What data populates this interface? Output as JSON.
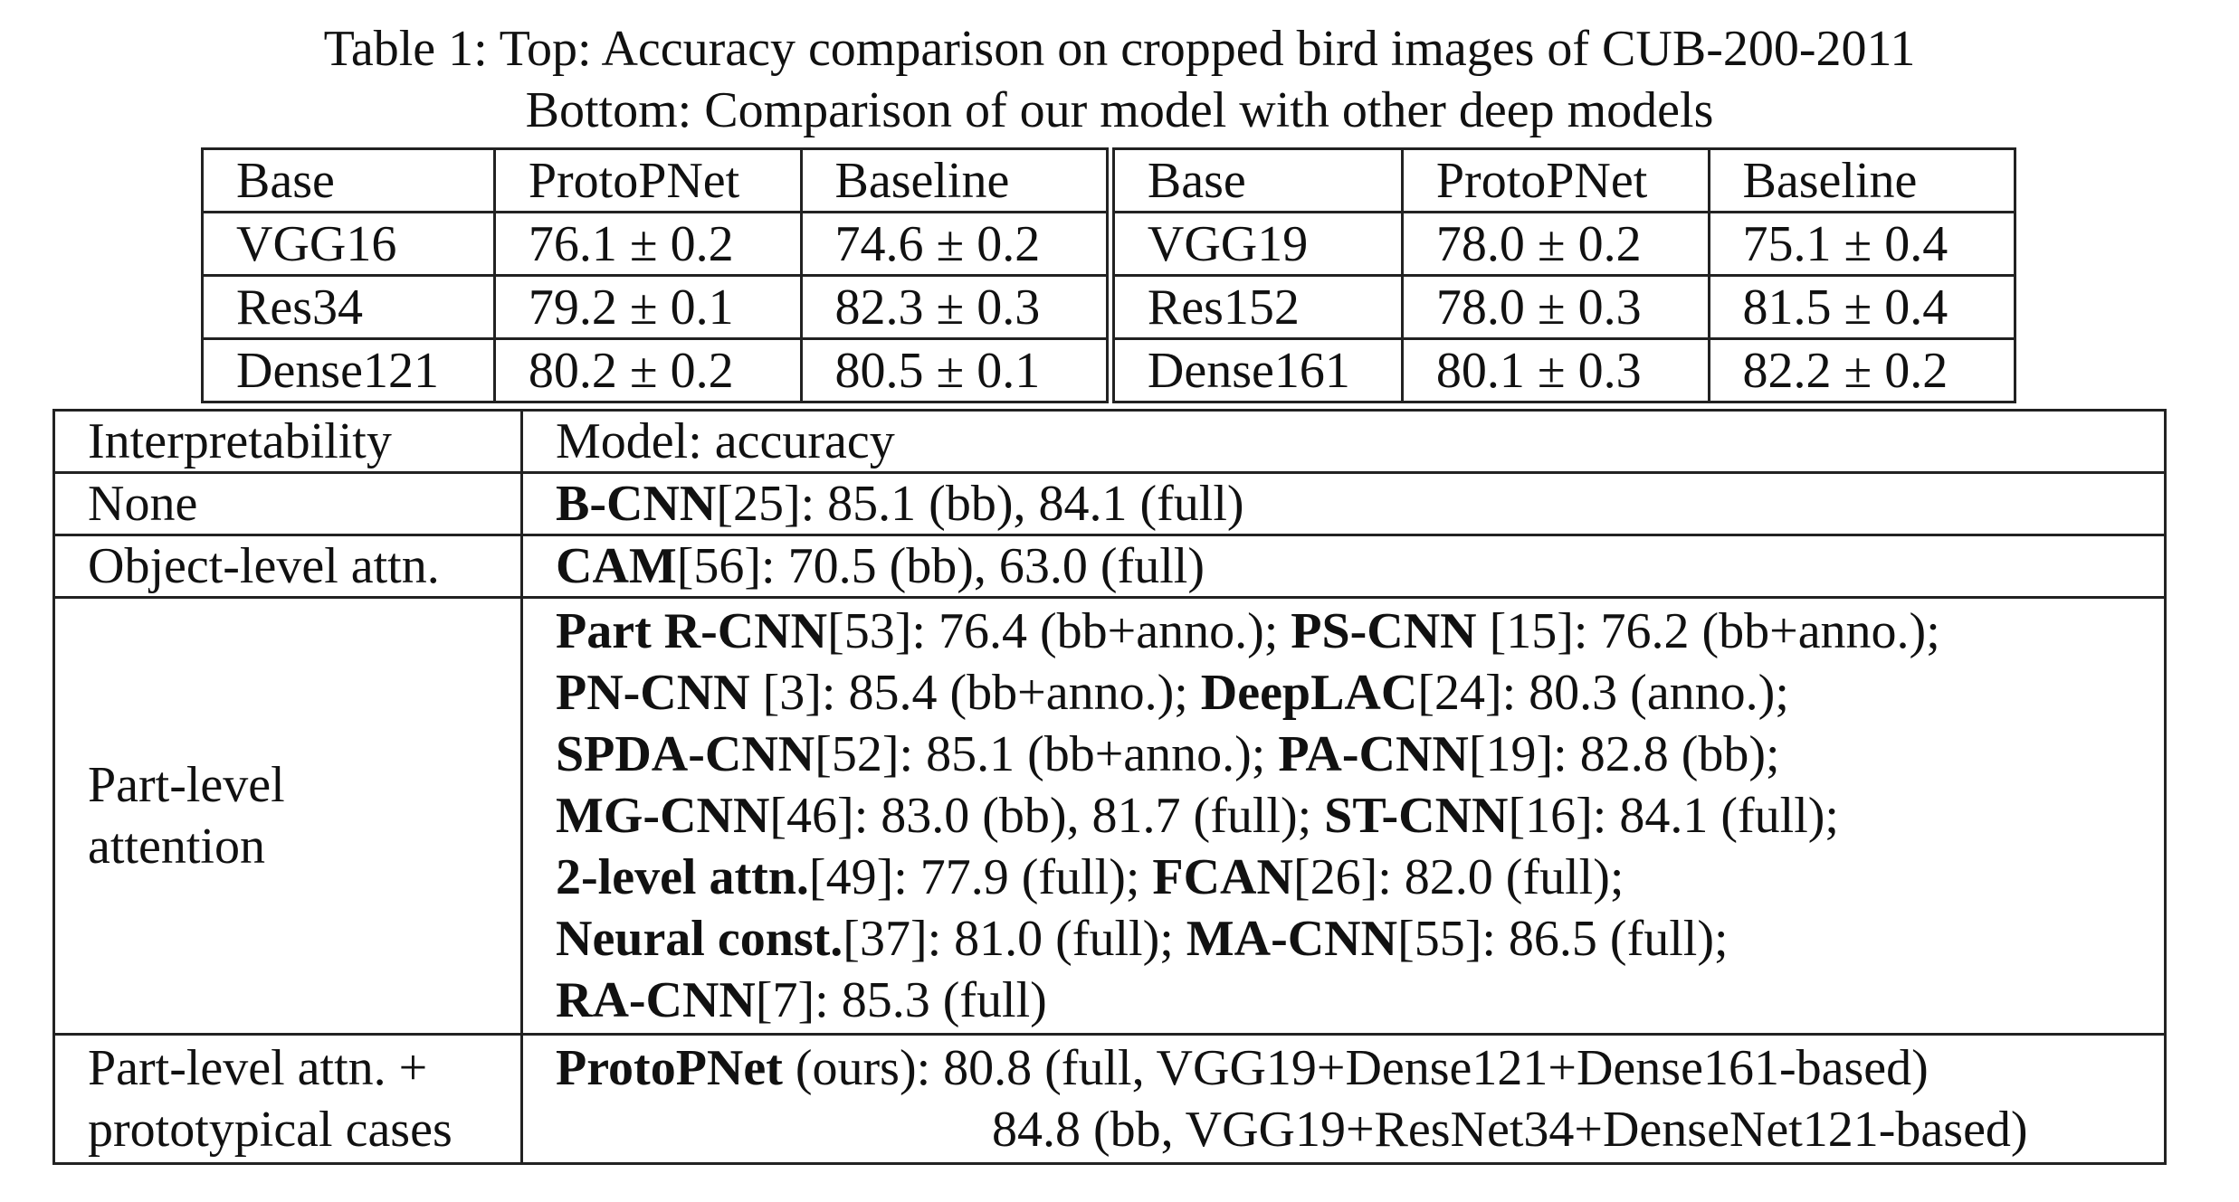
{
  "caption": {
    "line1": "Table 1: Top: Accuracy comparison on cropped bird images of CUB-200-2011",
    "line2": "Bottom: Comparison of our model with other deep models"
  },
  "top_table": {
    "headers": [
      "Base",
      "ProtoPNet",
      "Baseline",
      "Base",
      "ProtoPNet",
      "Baseline"
    ],
    "rows": [
      [
        "VGG16",
        "76.1 ± 0.2",
        "74.6 ± 0.2",
        "VGG19",
        "78.0 ± 0.2",
        "75.1 ± 0.4"
      ],
      [
        "Res34",
        "79.2 ± 0.1",
        "82.3 ± 0.3",
        "Res152",
        "78.0 ± 0.3",
        "81.5 ± 0.4"
      ],
      [
        "Dense121",
        "80.2 ± 0.2",
        "80.5 ± 0.1",
        "Dense161",
        "80.1 ± 0.3",
        "82.2 ± 0.2"
      ]
    ]
  },
  "bottom_table": {
    "header": {
      "label": "Interpretability",
      "value": "Model: accuracy"
    },
    "rows": [
      {
        "label_lines": [
          "None"
        ],
        "value_lines": [
          [
            {
              "b": "B-CNN"
            },
            {
              "t": "[25]: 85.1 (bb), 84.1 (full)"
            }
          ]
        ]
      },
      {
        "label_lines": [
          "Object-level attn."
        ],
        "value_lines": [
          [
            {
              "b": "CAM"
            },
            {
              "t": "[56]: 70.5 (bb), 63.0 (full)"
            }
          ]
        ]
      },
      {
        "label_lines": [
          "Part-level",
          "attention"
        ],
        "value_lines": [
          [
            {
              "b": "Part R-CNN"
            },
            {
              "t": "[53]: 76.4 (bb+anno.); "
            },
            {
              "b": "PS-CNN"
            },
            {
              "t": " [15]: 76.2 (bb+anno.);"
            }
          ],
          [
            {
              "b": "PN-CNN"
            },
            {
              "t": " [3]: 85.4 (bb+anno.); "
            },
            {
              "b": "DeepLAC"
            },
            {
              "t": "[24]: 80.3 (anno.);"
            }
          ],
          [
            {
              "b": "SPDA-CNN"
            },
            {
              "t": "[52]: 85.1 (bb+anno.); "
            },
            {
              "b": "PA-CNN"
            },
            {
              "t": "[19]: 82.8 (bb);"
            }
          ],
          [
            {
              "b": "MG-CNN"
            },
            {
              "t": "[46]: 83.0 (bb), 81.7 (full); "
            },
            {
              "b": "ST-CNN"
            },
            {
              "t": "[16]: 84.1 (full);"
            }
          ],
          [
            {
              "b": "2-level attn."
            },
            {
              "t": "[49]: 77.9 (full); "
            },
            {
              "b": "FCAN"
            },
            {
              "t": "[26]: 82.0 (full);"
            }
          ],
          [
            {
              "b": "Neural const."
            },
            {
              "t": "[37]: 81.0 (full); "
            },
            {
              "b": "MA-CNN"
            },
            {
              "t": "[55]: 86.5 (full);"
            }
          ],
          [
            {
              "b": "RA-CNN"
            },
            {
              "t": "[7]: 85.3 (full)"
            }
          ]
        ]
      },
      {
        "label_lines": [
          "Part-level attn. +",
          "prototypical cases"
        ],
        "value_lines": [
          [
            {
              "b": "ProtoPNet"
            },
            {
              "t": " (ours): 80.8 (full, VGG19+Dense121+Dense161-based)"
            }
          ],
          [
            {
              "t": "84.8 (bb, VGG19+ResNet34+DenseNet121-based)",
              "indent": true
            }
          ]
        ]
      }
    ]
  }
}
